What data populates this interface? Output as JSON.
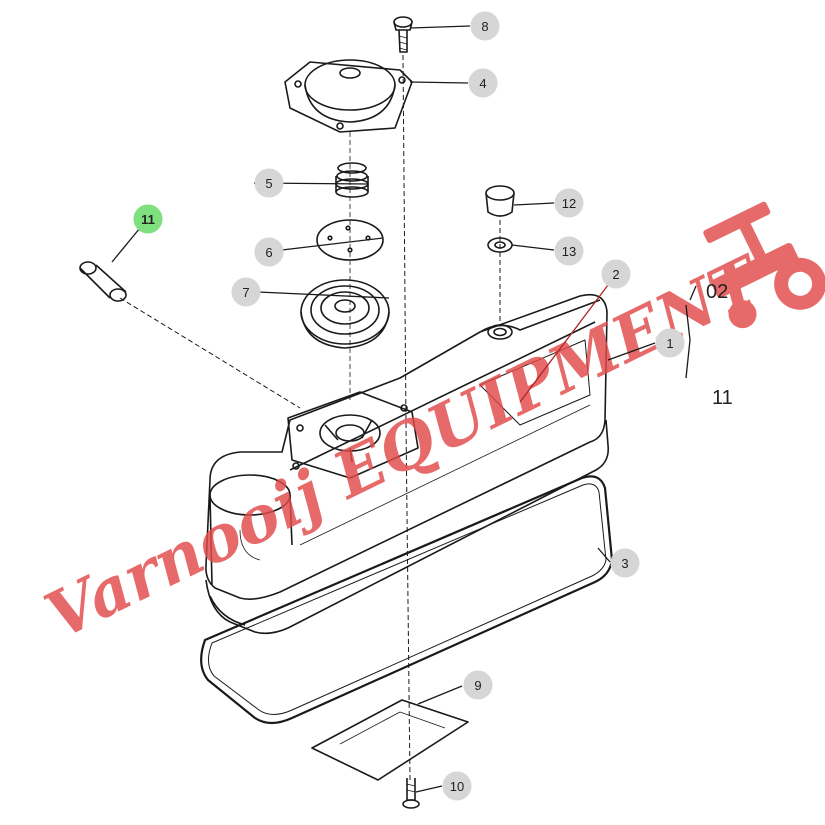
{
  "callouts": [
    {
      "id": "c1",
      "label": "1",
      "highlight": false,
      "label_color": "#222222"
    },
    {
      "id": "c2",
      "label": "2",
      "highlight": false,
      "label_color": "#b22222"
    },
    {
      "id": "c3",
      "label": "3",
      "highlight": false,
      "label_color": "#222222"
    },
    {
      "id": "c4",
      "label": "4",
      "highlight": false,
      "label_color": "#222222"
    },
    {
      "id": "c5",
      "label": "5",
      "highlight": false,
      "label_color": "#222222"
    },
    {
      "id": "c6",
      "label": "6",
      "highlight": false,
      "label_color": "#222222"
    },
    {
      "id": "c7",
      "label": "7",
      "highlight": false,
      "label_color": "#222222"
    },
    {
      "id": "c8",
      "label": "8",
      "highlight": false,
      "label_color": "#222222"
    },
    {
      "id": "c9",
      "label": "9",
      "highlight": false,
      "label_color": "#222222"
    },
    {
      "id": "c10",
      "label": "10",
      "highlight": false,
      "label_color": "#222222"
    },
    {
      "id": "c11",
      "label": "11",
      "highlight": true,
      "label_color": "#222222"
    },
    {
      "id": "c12",
      "label": "12",
      "highlight": false,
      "label_color": "#222222"
    },
    {
      "id": "c13",
      "label": "13",
      "highlight": false,
      "label_color": "#222222"
    }
  ],
  "bracket": {
    "top_label": "02",
    "bottom_label": "11"
  },
  "colors": {
    "callout_fill": "#d6d6d6",
    "callout_highlight": "#7ee07e",
    "line": "#1a1a1a",
    "watermark": "#e24a4a"
  },
  "watermark": {
    "text": "Varnooij EQUIPMENT"
  }
}
